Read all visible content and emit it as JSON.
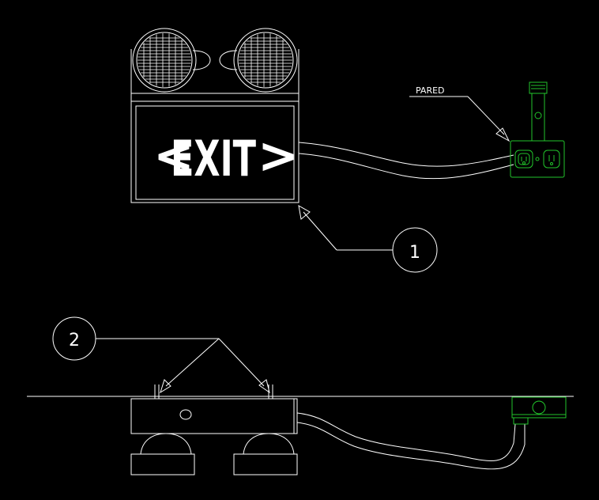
{
  "drawing": {
    "background": "#000000",
    "line_color": "#ffffff",
    "outlet_color": "#22c52b",
    "exit_sign_text": "EXIT",
    "exit_chevron_left": "<",
    "exit_chevron_right": ">",
    "wall_label": "PARED",
    "callouts": [
      {
        "number": "1"
      },
      {
        "number": "2"
      }
    ]
  }
}
